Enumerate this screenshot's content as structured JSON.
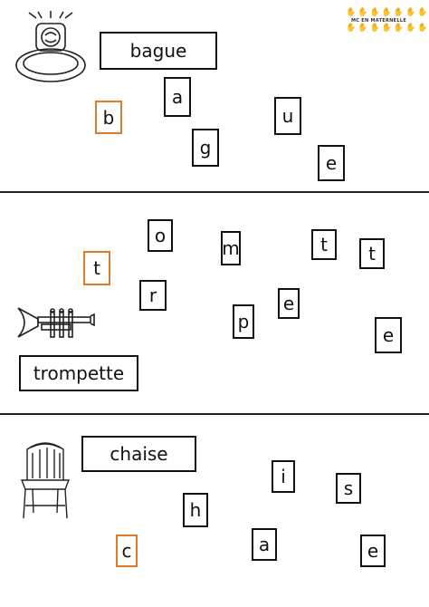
{
  "logo": {
    "text": "MC EN MATERNELLE",
    "colors": [
      "#e53935",
      "#fb8c00",
      "#fdd835",
      "#43a047",
      "#1e88e5",
      "#8e24aa",
      "#e91e63",
      "#00acc1",
      "#7cb342",
      "#f4511e"
    ]
  },
  "accent_color": "#e07a2b",
  "sections": [
    {
      "picture": "ring-icon",
      "word": "bague",
      "letters": [
        "b",
        "a",
        "g",
        "u",
        "e"
      ]
    },
    {
      "picture": "trumpet-icon",
      "word": "trompette",
      "letters": [
        "t",
        "o",
        "m",
        "r",
        "p",
        "e",
        "t",
        "t",
        "e"
      ]
    },
    {
      "picture": "chair-icon",
      "word": "chaise",
      "letters": [
        "c",
        "h",
        "a",
        "i",
        "s",
        "e"
      ]
    }
  ]
}
